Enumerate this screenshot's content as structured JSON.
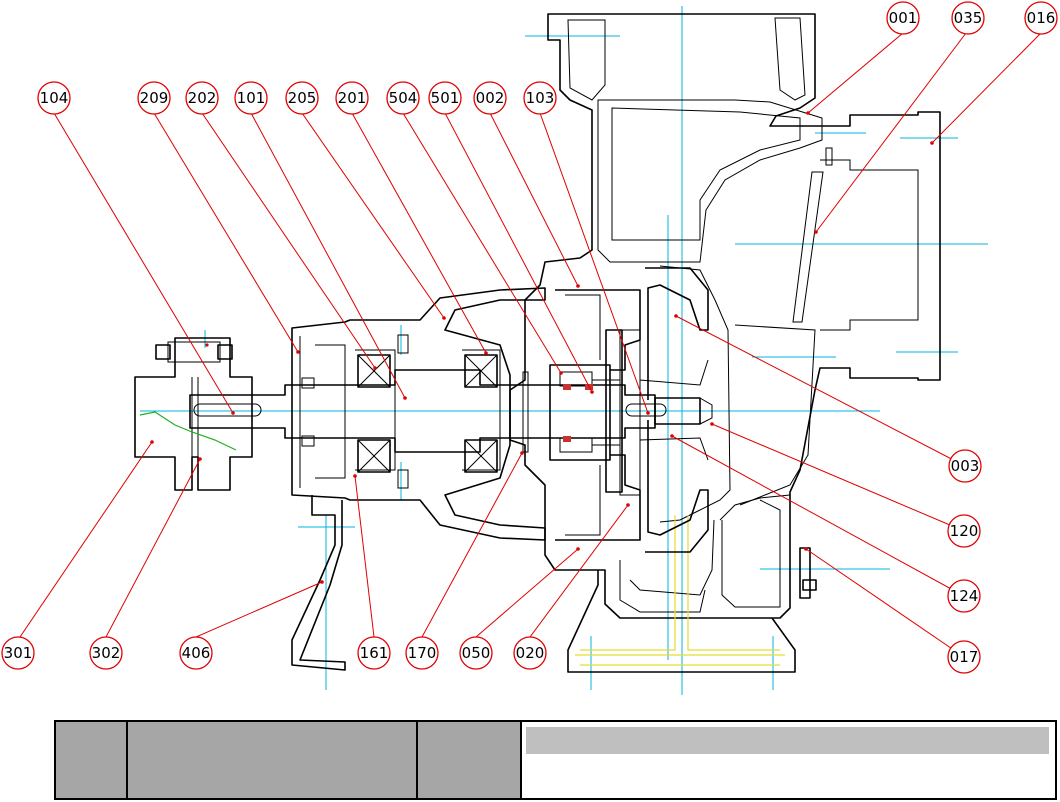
{
  "labels": [
    {
      "id": "001",
      "text": "001"
    },
    {
      "id": "035",
      "text": "035"
    },
    {
      "id": "016",
      "text": "016"
    },
    {
      "id": "104",
      "text": "104"
    },
    {
      "id": "209",
      "text": "209"
    },
    {
      "id": "202",
      "text": "202"
    },
    {
      "id": "101",
      "text": "101"
    },
    {
      "id": "205",
      "text": "205"
    },
    {
      "id": "201",
      "text": "201"
    },
    {
      "id": "504",
      "text": "504"
    },
    {
      "id": "501",
      "text": "501"
    },
    {
      "id": "002",
      "text": "002"
    },
    {
      "id": "103",
      "text": "103"
    },
    {
      "id": "003",
      "text": "003"
    },
    {
      "id": "120",
      "text": "120"
    },
    {
      "id": "124",
      "text": "124"
    },
    {
      "id": "017",
      "text": "017"
    },
    {
      "id": "301",
      "text": "301"
    },
    {
      "id": "302",
      "text": "302"
    },
    {
      "id": "406",
      "text": "406"
    },
    {
      "id": "161",
      "text": "161"
    },
    {
      "id": "170",
      "text": "170"
    },
    {
      "id": "050",
      "text": "050"
    },
    {
      "id": "020",
      "text": "020"
    }
  ],
  "colors": {
    "outline": "#000000",
    "centerline": "#00b4e0",
    "leader": "#e00000",
    "base": "#e6dc32",
    "coupling_key": "#20b020",
    "table_fill": "#a6a6a6"
  }
}
